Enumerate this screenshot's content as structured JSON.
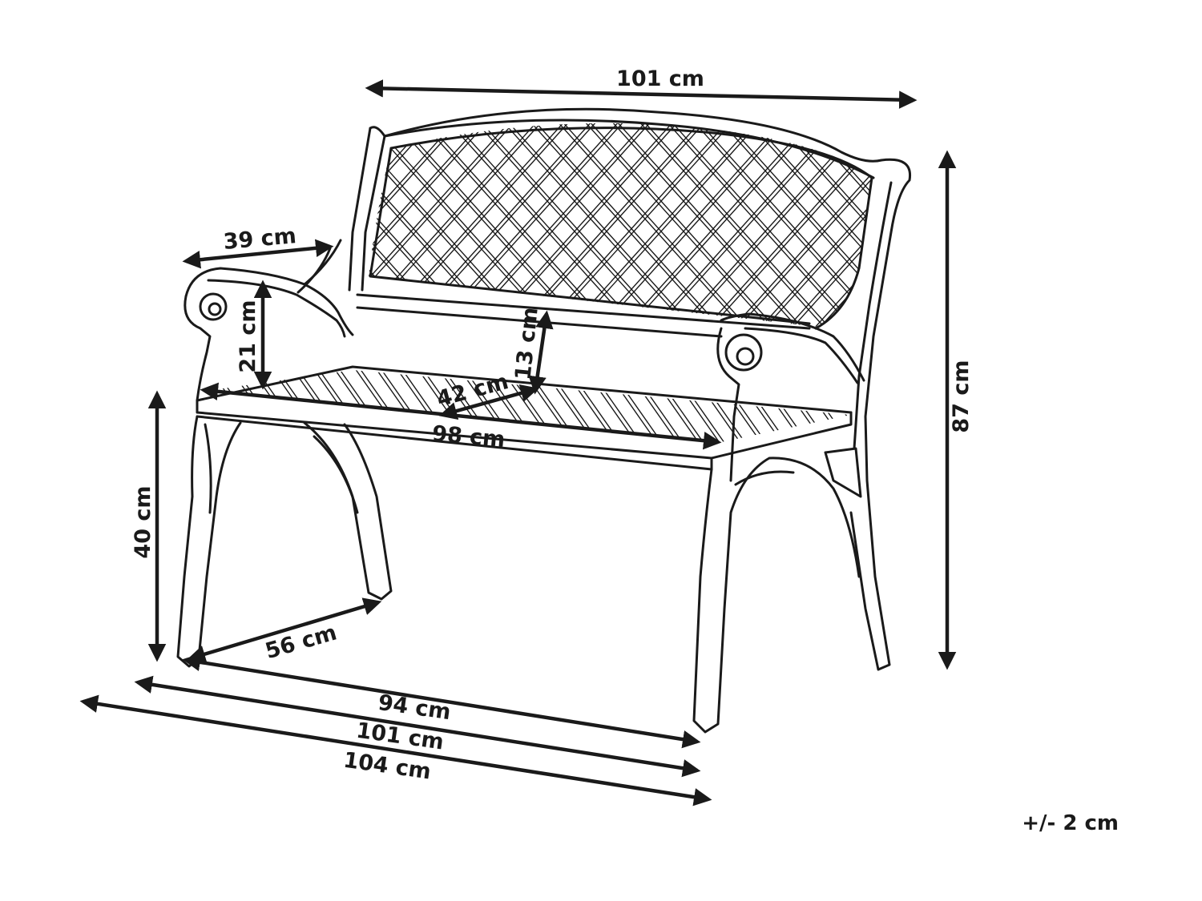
{
  "dimensions": {
    "backrest_width": "101 cm",
    "total_height": "87 cm",
    "armrest_depth": "39 cm",
    "armrest_height": "21 cm",
    "backrest_gap_height": "13 cm",
    "seat_depth": "42 cm",
    "seat_width": "98 cm",
    "seat_height": "40 cm",
    "leg_depth": "56 cm",
    "leg_span": "94 cm",
    "bench_width": "101 cm",
    "total_width": "104 cm"
  },
  "tolerance": "+/- 2 cm",
  "colors": {
    "line": "#1a1a1a",
    "background": "#ffffff"
  }
}
